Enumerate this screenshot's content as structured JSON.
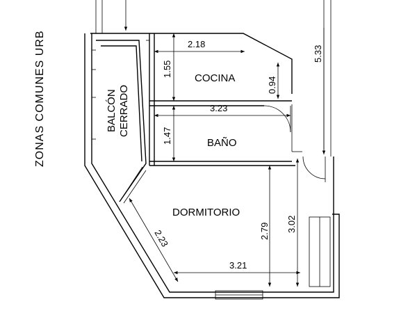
{
  "side_label": "ZONAS COMUNES URB",
  "rooms": {
    "kitchen": "COCINA",
    "bathroom": "BAÑO",
    "bedroom": "DORMITORIO",
    "balcony_line1": "BALCÓN",
    "balcony_line2": "CERRADO"
  },
  "dimensions": {
    "kitchen_width": "2.18",
    "kitchen_height": "1.55",
    "kitchen_door": "0.94",
    "bath_width": "3.23",
    "bath_height": "1.47",
    "bedroom_height": "2.79",
    "bedroom_height_right": "3.02",
    "bedroom_width": "3.21",
    "bedroom_diagonal": "2.23",
    "right_height": "5.33"
  }
}
